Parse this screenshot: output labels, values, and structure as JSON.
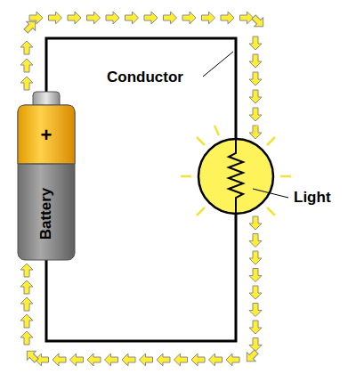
{
  "diagram": {
    "nodes": [
      {
        "text": [
          "+",
          "Battery"
        ]
      }
    ],
    "labels": [
      "Conductor",
      "Light"
    ]
  }
}
